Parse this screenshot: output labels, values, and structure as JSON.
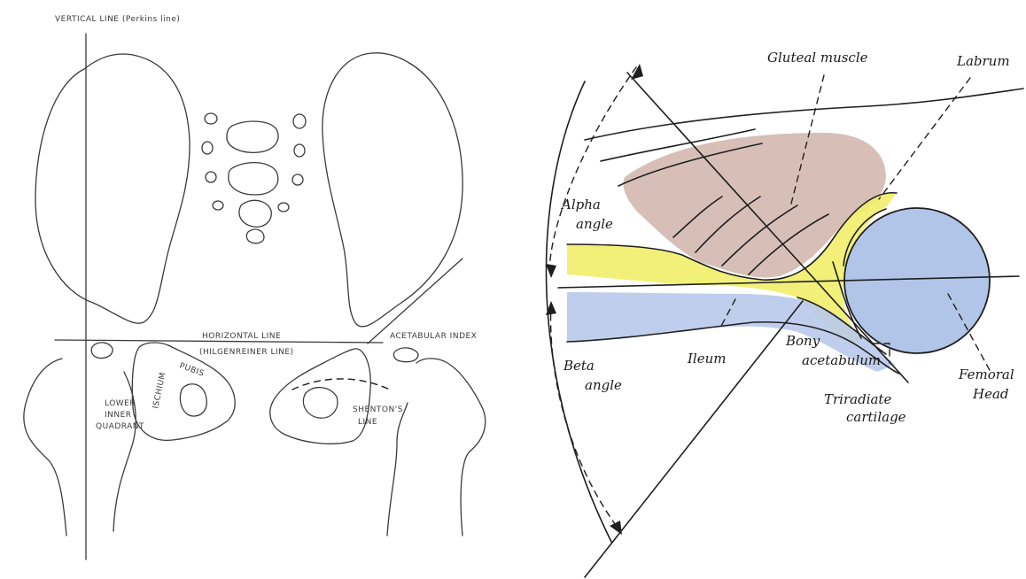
{
  "left_diagram": {
    "labels": {
      "vertical_line": "VERTICAL LINE (Perkins line)",
      "horizontal_line": "HORIZONTAL LINE",
      "hilgenreiner": "(HILGENREINER LINE)",
      "acetabular_index": "ACETABULAR INDEX",
      "pubis": "PUBIS",
      "ischium": "ISCHIUM",
      "lower": "LOWER",
      "inner": "INNER",
      "quadrant": "QUADRANT",
      "shentons": "SHENTON'S",
      "line": "LINE"
    }
  },
  "right_diagram": {
    "labels": {
      "gluteal_muscle": "Gluteal muscle",
      "labrum": "Labrum",
      "alpha": "Alpha",
      "alpha_angle": "angle",
      "beta": "Beta",
      "beta_angle": "angle",
      "ileum": "Ileum",
      "bony": "Bony",
      "acetabulum": "acetabulum",
      "triradiate": "Triradiate",
      "cartilage": "cartilage",
      "femoral": "Femoral",
      "head": "Head"
    },
    "colors": {
      "gluteal_muscle": "#c9a9a0",
      "cartilage_yellow": "#f1ee6a",
      "ileum_blue": "#b8c9ea",
      "femoral_head_blue": "#a9bfe6"
    }
  }
}
